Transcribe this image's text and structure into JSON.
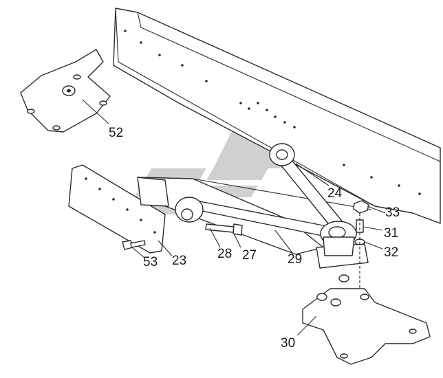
{
  "diagram": {
    "type": "exploded-parts-diagram",
    "colors": {
      "line": "#2a2a2a",
      "watermark": "#c8c8c8",
      "background": "#ffffff"
    },
    "callouts": [
      {
        "id": "52",
        "label": "52"
      },
      {
        "id": "24",
        "label": "24"
      },
      {
        "id": "33",
        "label": "33"
      },
      {
        "id": "31",
        "label": "31"
      },
      {
        "id": "32",
        "label": "32"
      },
      {
        "id": "53",
        "label": "53"
      },
      {
        "id": "23",
        "label": "23"
      },
      {
        "id": "28",
        "label": "28"
      },
      {
        "id": "27",
        "label": "27"
      },
      {
        "id": "29",
        "label": "29"
      },
      {
        "id": "30",
        "label": "30"
      }
    ]
  }
}
